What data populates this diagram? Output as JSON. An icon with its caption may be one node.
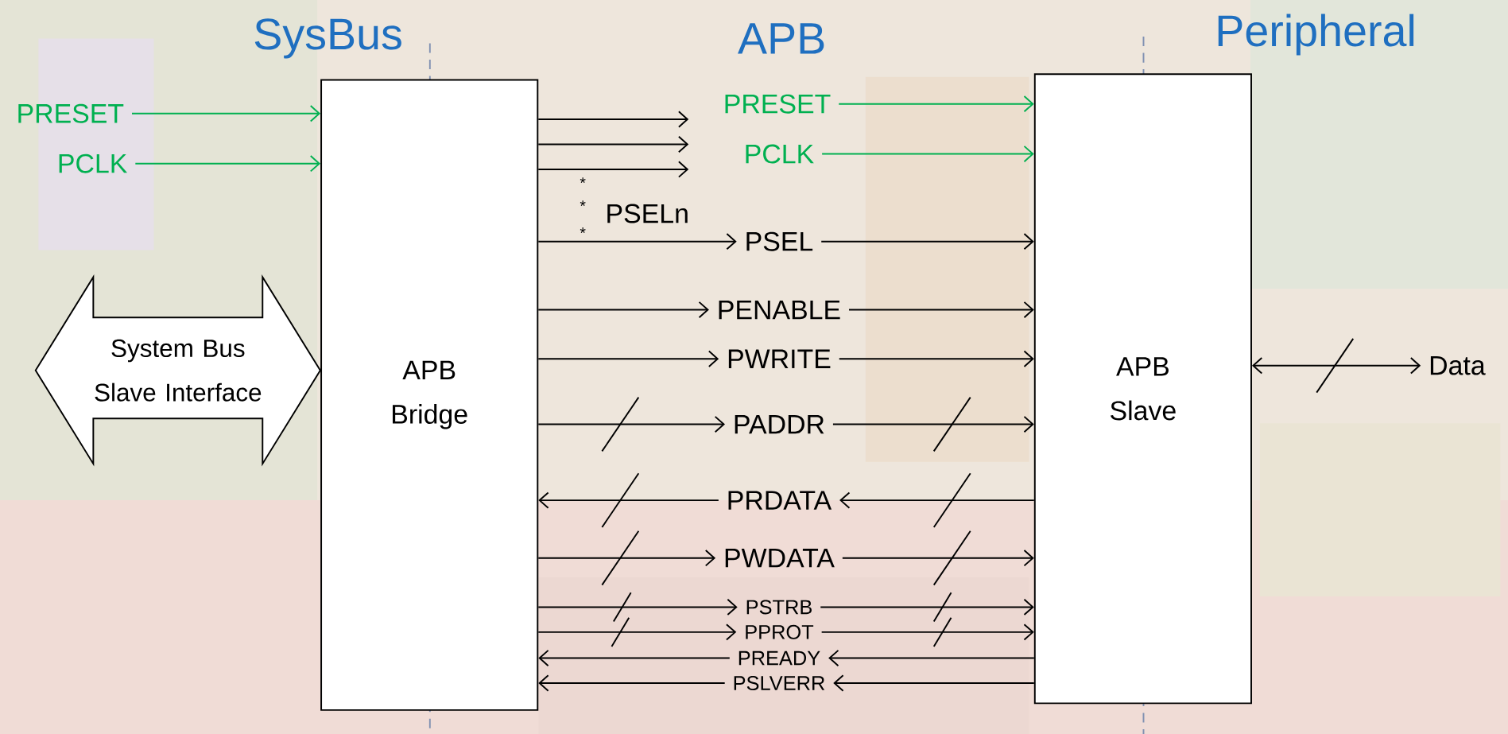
{
  "diagram": {
    "nodes": [
      {
        "text": [
          "System Bus Slave Interface"
        ]
      },
      {
        "text": [
          "APB Bridge"
        ]
      },
      {
        "text": [
          "APB Slave"
        ]
      },
      {
        "text": [
          "PRESET"
        ]
      },
      {
        "text": [
          "PCLK"
        ]
      },
      {
        "text": [
          "PRESET"
        ]
      },
      {
        "text": [
          "PCLK"
        ]
      },
      {
        "text": [
          "PSEL"
        ]
      },
      {
        "text": [
          "PENABLE"
        ]
      },
      {
        "text": [
          "PWRITE"
        ]
      },
      {
        "text": [
          "PADDR"
        ]
      },
      {
        "text": [
          "PRDATA"
        ]
      },
      {
        "text": [
          "PWDATA"
        ]
      },
      {
        "text": [
          "PSTRB"
        ]
      },
      {
        "text": [
          "PPROT"
        ]
      },
      {
        "text": [
          "PREADY"
        ]
      },
      {
        "text": [
          "PSLVERR"
        ]
      },
      {
        "text": [
          "Data"
        ]
      }
    ],
    "edges": [
      {
        "from": 3,
        "to": 1,
        "arrow": "to",
        "color": "#00b050"
      },
      {
        "from": 4,
        "to": 1,
        "arrow": "to",
        "color": "#00b050"
      },
      {
        "from": 1,
        "to": null,
        "arrow": "to"
      },
      {
        "from": 1,
        "to": null,
        "arrow": "to"
      },
      {
        "from": 1,
        "to": null,
        "arrow": "to"
      },
      {
        "from": 5,
        "to": 2,
        "arrow": "to",
        "color": "#00b050"
      },
      {
        "from": 6,
        "to": 2,
        "arrow": "to",
        "color": "#00b050"
      },
      {
        "from": 1,
        "to": 7,
        "arrow": "to"
      },
      {
        "from": 7,
        "to": 2,
        "arrow": "to"
      },
      {
        "from": 1,
        "to": 8,
        "arrow": "to"
      },
      {
        "from": 8,
        "to": 2,
        "arrow": "to"
      },
      {
        "from": 1,
        "to": 9,
        "arrow": "to"
      },
      {
        "from": 9,
        "to": 2,
        "arrow": "to"
      },
      {
        "from": 1,
        "to": 10,
        "arrow": "to"
      },
      {
        "from": 10,
        "to": 2,
        "arrow": "to"
      },
      {
        "from": 11,
        "to": 1,
        "arrow": "to"
      },
      {
        "from": 2,
        "to": 11,
        "arrow": "to"
      },
      {
        "from": 1,
        "to": 12,
        "arrow": "to"
      },
      {
        "from": 12,
        "to": 2,
        "arrow": "to"
      },
      {
        "from": 1,
        "to": 13,
        "arrow": "to"
      },
      {
        "from": 13,
        "to": 2,
        "arrow": "to"
      },
      {
        "from": 1,
        "to": 14,
        "arrow": "to"
      },
      {
        "from": 14,
        "to": 2,
        "arrow": "to"
      },
      {
        "from": 15,
        "to": 1,
        "arrow": "to"
      },
      {
        "from": 2,
        "to": 15,
        "arrow": "to"
      },
      {
        "from": 16,
        "to": 1,
        "arrow": "to"
      },
      {
        "from": 2,
        "to": 16,
        "arrow": "to"
      },
      {
        "from": 2,
        "to": 17,
        "arrow": "both"
      }
    ],
    "labels": [
      "SysBus",
      "APB",
      "Peripheral",
      "*",
      "*",
      "*",
      "PSELn"
    ]
  }
}
